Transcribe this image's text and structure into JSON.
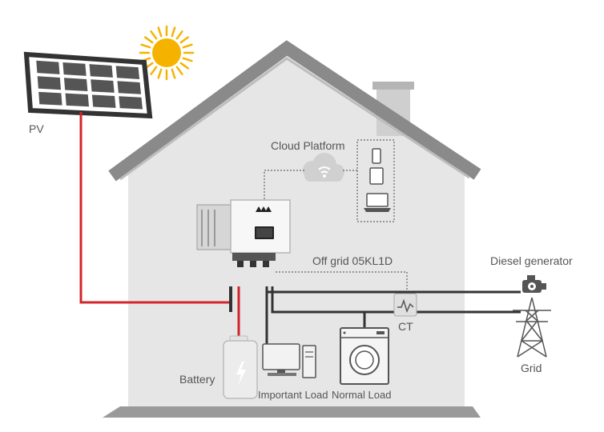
{
  "labels": {
    "pv": "PV",
    "cloud": "Cloud Platform",
    "inverter": "Off grid 05KL1D",
    "diesel": "Diesel generator",
    "ct": "CT",
    "grid": "Grid",
    "battery": "Battery",
    "important_load": "Important Load",
    "normal_load": "Normal Load"
  },
  "colors": {
    "pv_line": "#d4242c",
    "load_line": "#333333",
    "roof": "#8a8a8a",
    "wall": "#e6e6e6",
    "sun": "#f5b300",
    "panel_cell": "#555555"
  },
  "icons": [
    "sun-icon",
    "solar-panel-icon",
    "cloud-wifi-icon",
    "phone-icon",
    "tablet-icon",
    "laptop-icon",
    "inverter-icon",
    "battery-icon",
    "computer-icon",
    "washing-machine-icon",
    "ct-icon",
    "diesel-generator-icon",
    "transmission-tower-icon"
  ]
}
